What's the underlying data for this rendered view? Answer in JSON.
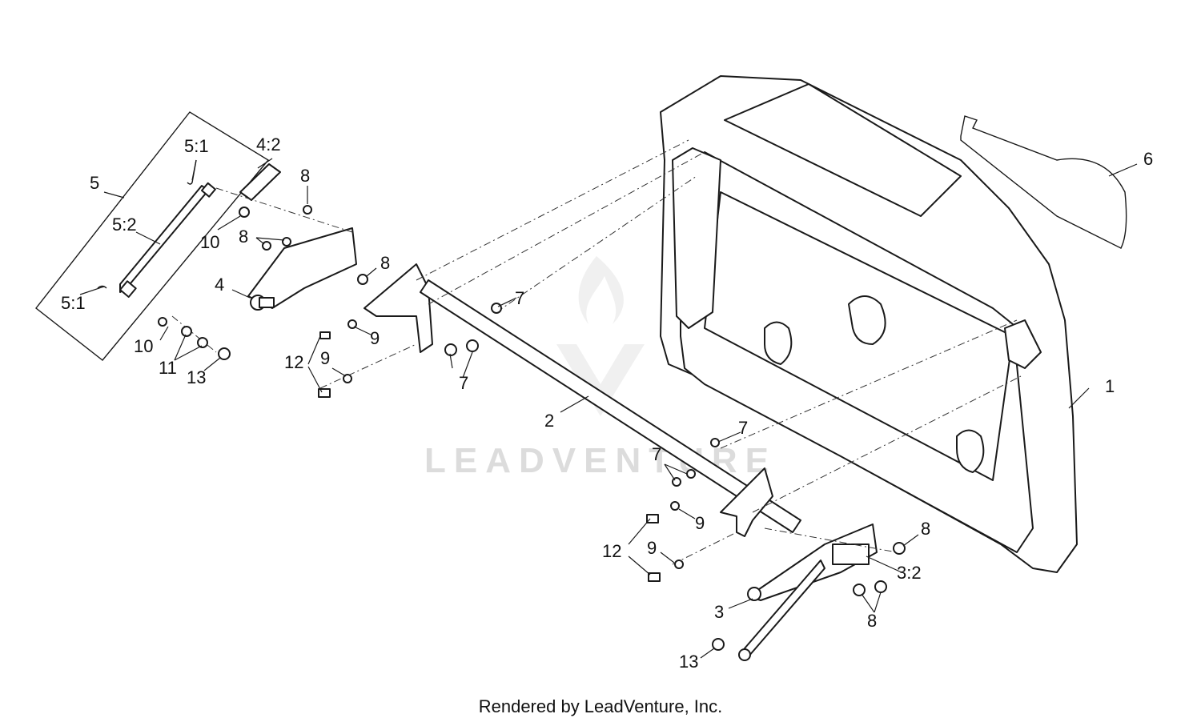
{
  "watermark": {
    "text": "LEADVENTURE"
  },
  "footer": {
    "text": "Rendered by LeadVenture, Inc."
  },
  "callouts": {
    "c1": "1",
    "c2": "2",
    "c3": "3",
    "c3_2": "3:2",
    "c4": "4",
    "c4_2": "4:2",
    "c5": "5",
    "c5_1_top": "5:1",
    "c5_1_bottom": "5:1",
    "c5_2": "5:2",
    "c6": "6",
    "c7_a": "7",
    "c7_b": "7",
    "c7_c": "7",
    "c7_d": "7",
    "c8_a": "8",
    "c8_b": "8",
    "c8_c": "8",
    "c8_d": "8",
    "c8_e": "8",
    "c9_a": "9",
    "c9_b": "9",
    "c9_c": "9",
    "c9_d": "9",
    "c10_a": "10",
    "c10_b": "10",
    "c11": "11",
    "c12_a": "12",
    "c12_b": "12",
    "c13_a": "13",
    "c13_b": "13"
  }
}
